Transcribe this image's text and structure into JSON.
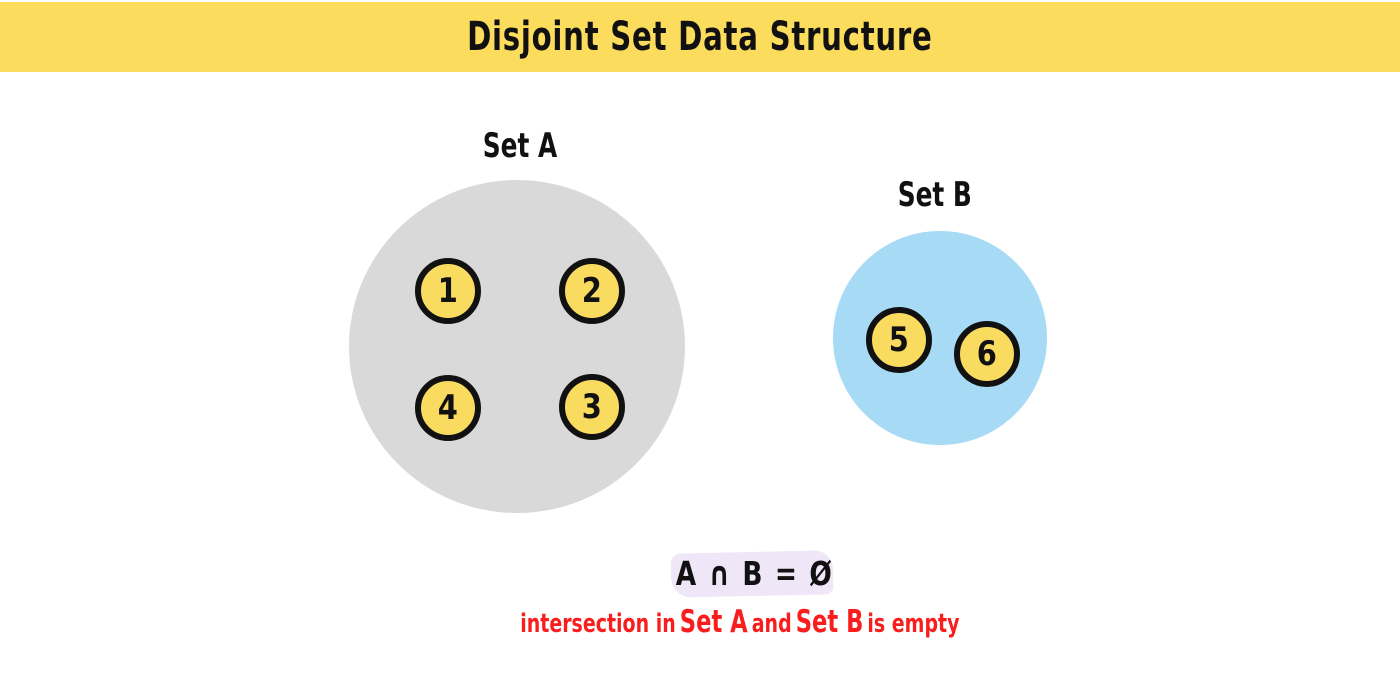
{
  "title": "Disjoint Set Data Structure",
  "colors": {
    "banner_yellow": "#fcdc5c",
    "element_yellow": "#f9db5f",
    "set_a_gray": "#d9d9d9",
    "set_b_blue": "#a6daf5",
    "highlight_lavender": "#efe6f8",
    "caption_red": "#f91d1d",
    "ink_black": "#111111"
  },
  "sets": [
    {
      "name": "Set A",
      "elements": [
        "1",
        "2",
        "3",
        "4"
      ]
    },
    {
      "name": "Set B",
      "elements": [
        "5",
        "6"
      ]
    }
  ],
  "formula": {
    "text": "A ∩ B = Ø"
  },
  "caption": {
    "part1": "intersection in",
    "set_a": "Set A",
    "part2": "and",
    "set_b": "Set B",
    "part3": "is empty"
  }
}
